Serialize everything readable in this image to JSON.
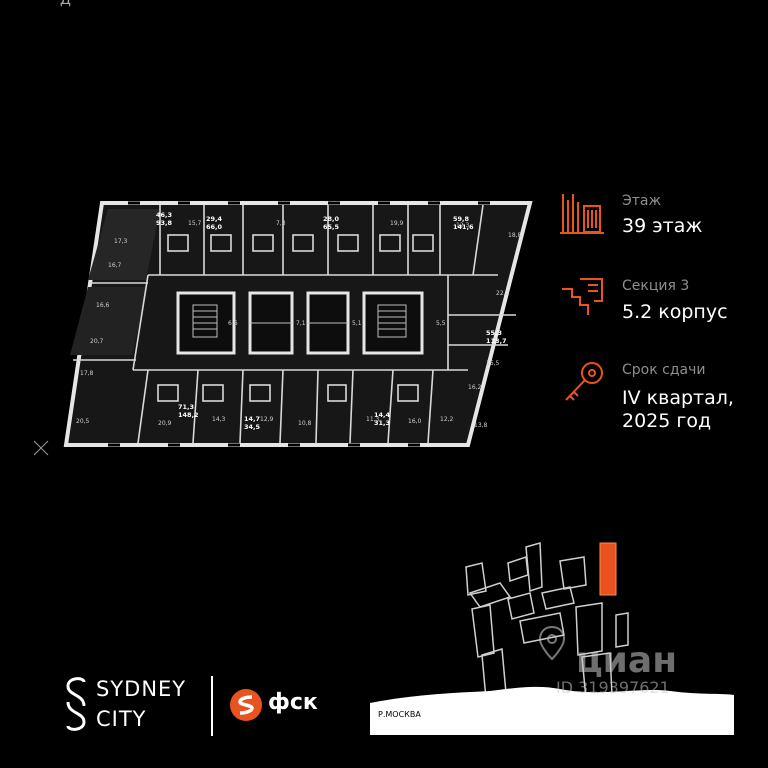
{
  "top_text": "Д",
  "info": {
    "floor_label": "Этаж",
    "floor_value": "39 этаж",
    "section_label": "Секция 3",
    "section_value": "5.2 корпус",
    "deadline_label": "Срок сдачи",
    "deadline_value_line1": "IV квартал,",
    "deadline_value_line2": "2025 год"
  },
  "apartments": [
    {
      "a": "46,3",
      "b": "93,8"
    },
    {
      "a": "29,4",
      "b": "66,0"
    },
    {
      "a": "28,0",
      "b": "65,5"
    },
    {
      "a": "59,8",
      "b": "141,6"
    },
    {
      "a": "55,3",
      "b": "113,7"
    },
    {
      "a": "71,3",
      "b": "148,2"
    },
    {
      "a": "14,7",
      "b": "34,5"
    },
    {
      "a": "14,4",
      "b": "31,3"
    }
  ],
  "brand": {
    "sydney_line1": "SYDNEY",
    "sydney_line2": "CITY",
    "fsk": "фск"
  },
  "map": {
    "river_label": "Р.МОСКВА"
  },
  "watermark": {
    "name": "циан",
    "id": "ID 319397621"
  },
  "colors": {
    "accent": "#e8531f",
    "background": "#000000"
  }
}
